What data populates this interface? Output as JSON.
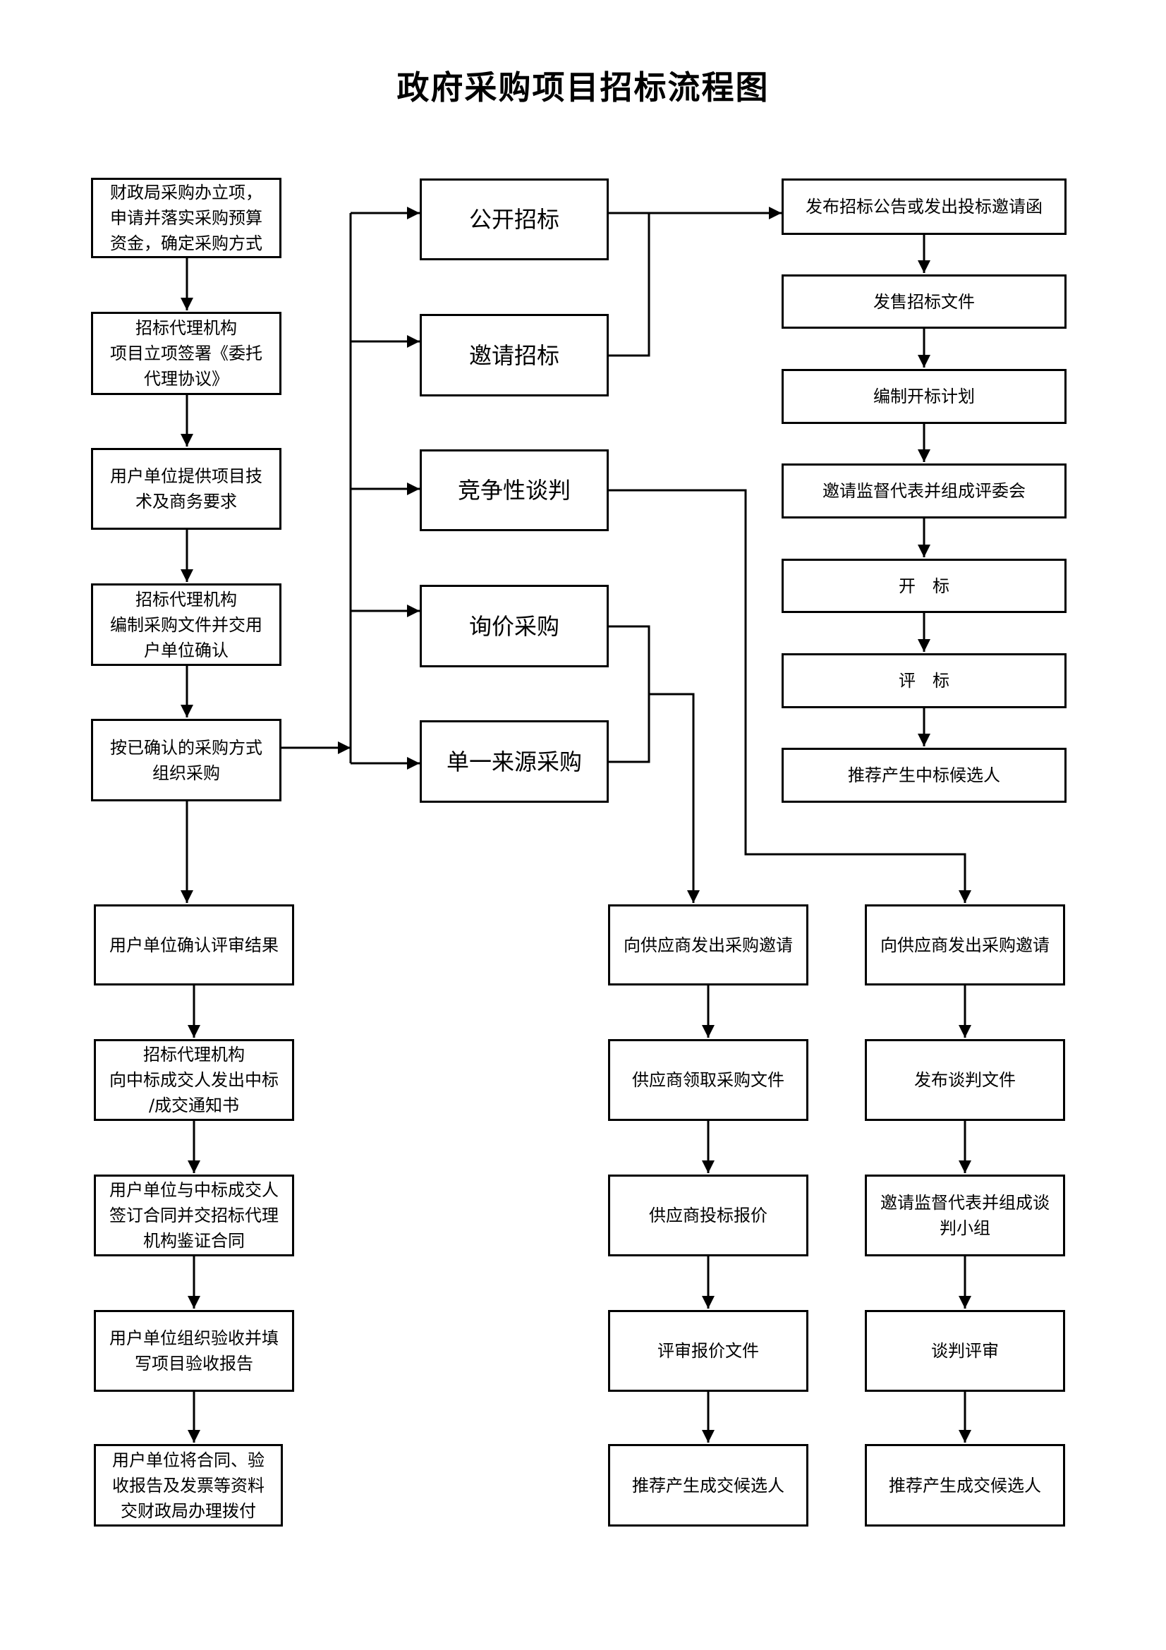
{
  "title": "政府采购项目招标流程图",
  "left_column": [
    "财政局采购办立项，\n申请并落实采购预算\n资金，确定采购方式",
    "招标代理机构\n项目立项签署《委托\n代理协议》",
    "用户单位提供项目技\n术及商务要求",
    "招标代理机构\n编制采购文件并交用\n户单位确认",
    "按已确认的采购方式\n组织采购",
    "用户单位确认评审结果",
    "招标代理机构\n向中标成交人发出中标\n/成交通知书",
    "用户单位与中标成交人\n签订合同并交招标代理\n机构鉴证合同",
    "用户单位组织验收并填\n写项目验收报告",
    "用户单位将合同、验\n收报告及发票等资料\n交财政局办理拨付"
  ],
  "methods": [
    "公开招标",
    "邀请招标",
    "竞争性谈判",
    "询价采购",
    "单一来源采购"
  ],
  "tender_steps": [
    "发布招标公告或发出投标邀请函",
    "发售招标文件",
    "编制开标计划",
    "邀请监督代表并组成评委会",
    "开　标",
    "评　标",
    "推荐产生中标候选人"
  ],
  "inquiry_steps": [
    "向供应商发出采购邀请",
    "供应商领取采购文件",
    "供应商投标报价",
    "评审报价文件",
    "推荐产生成交候选人"
  ],
  "negotiation_steps": [
    "向供应商发出采购邀请",
    "发布谈判文件",
    "邀请监督代表并组成谈\n判小组",
    "谈判评审",
    "推荐产生成交候选人"
  ]
}
